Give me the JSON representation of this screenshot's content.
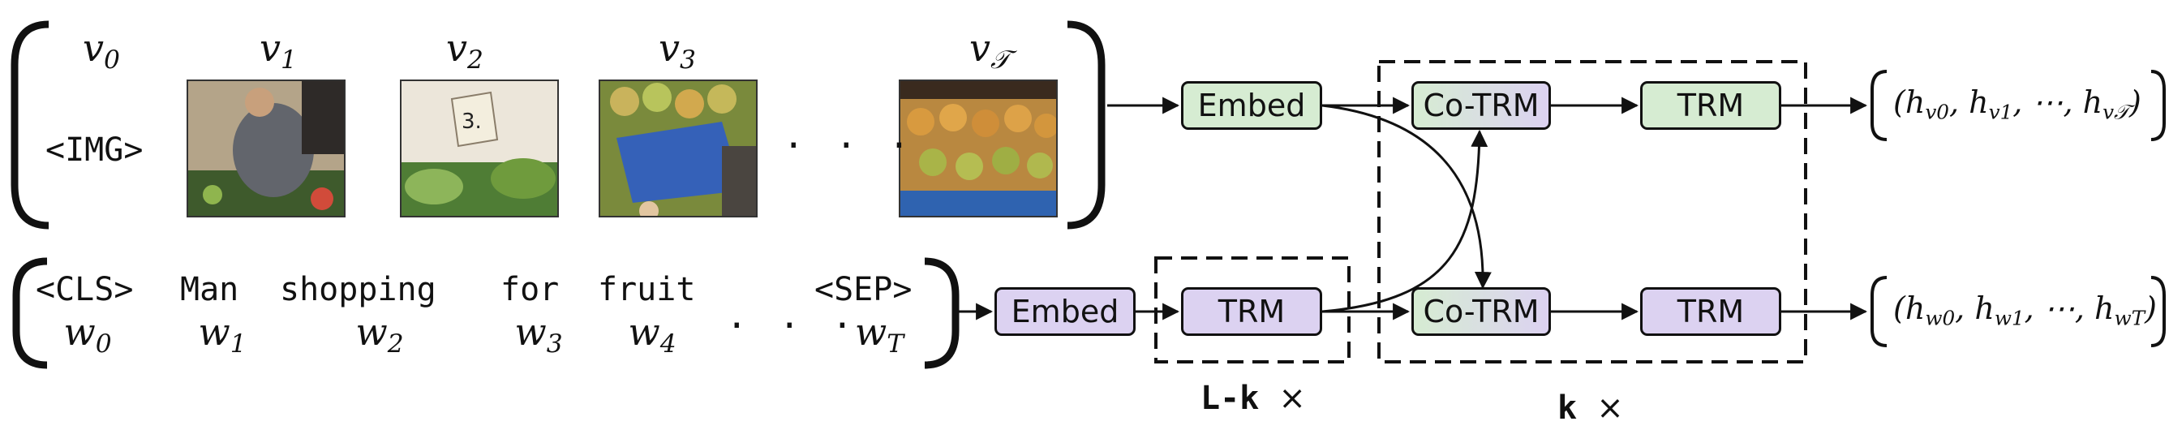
{
  "image_tokens": {
    "labels": [
      "v0",
      "v1",
      "v2",
      "v3",
      "v𝒯"
    ],
    "img_token": "<IMG>"
  },
  "text_tokens": {
    "words": [
      "<CLS>",
      "Man",
      "shopping",
      "for",
      "fruit",
      "<SEP>"
    ],
    "labels": [
      "w0",
      "w1",
      "w2",
      "w3",
      "w4",
      "wT"
    ]
  },
  "ellipsis": "· · ·",
  "image_stream": {
    "embed": "Embed",
    "cotrm": "Co-TRM",
    "trm": "TRM",
    "output": "(h_v0, h_v1, ⋯, h_v𝒯)"
  },
  "text_stream": {
    "embed": "Embed",
    "trm_pre": "TRM",
    "cotrm": "Co-TRM",
    "trm": "TRM",
    "output": "(h_w0, h_w1, ⋯, h_wT)"
  },
  "multipliers": {
    "pre": "L-k",
    "co": "k",
    "times": "×"
  },
  "colors": {
    "green": "#d6ecd2",
    "purple": "#dcd2f1",
    "stroke": "#111111"
  },
  "thumbnails": [
    {
      "name": "photo-man-at-market-stall",
      "palette": [
        "#6b6e74",
        "#3e5a2c",
        "#c8b59a"
      ]
    },
    {
      "name": "photo-price-sign-vegetables",
      "palette": [
        "#e8e2d6",
        "#5f8a3a",
        "#b79c7d"
      ]
    },
    {
      "name": "photo-apples-blue-crate",
      "palette": [
        "#c9b35c",
        "#3561b8",
        "#7a8a3c"
      ]
    },
    {
      "name": "photo-pears-and-oranges",
      "palette": [
        "#d79a3f",
        "#a9b448",
        "#2f63b0"
      ]
    }
  ]
}
